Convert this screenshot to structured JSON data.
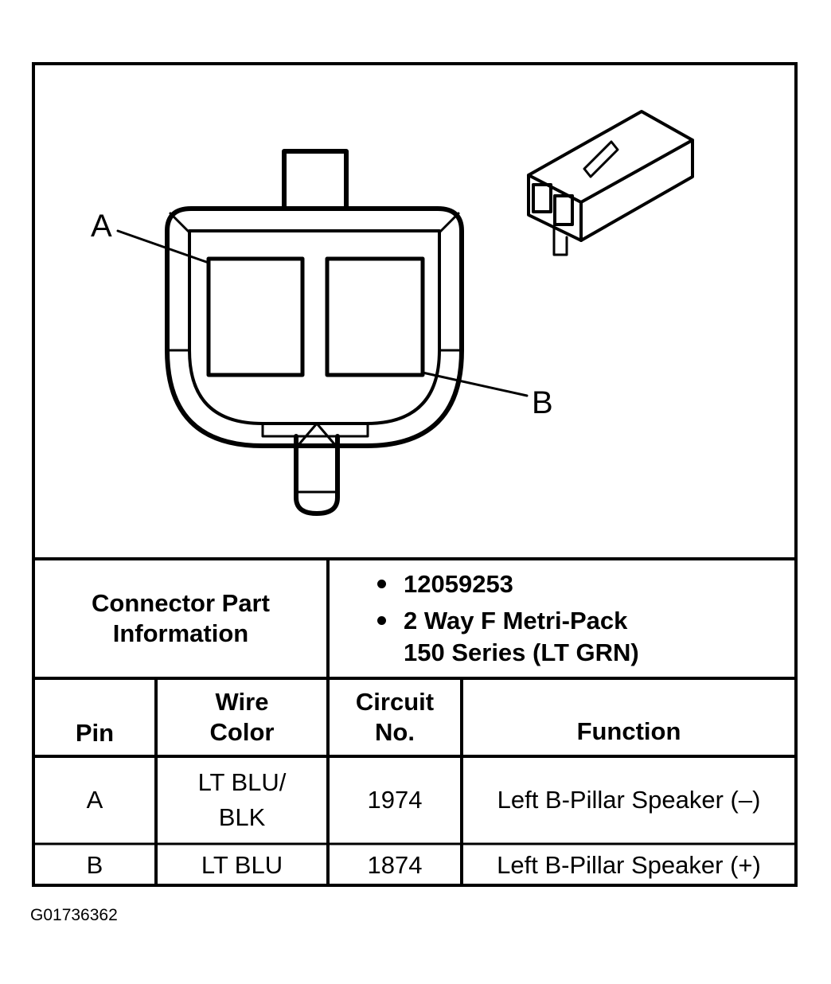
{
  "diagram": {
    "pin_labels": [
      "A",
      "B"
    ]
  },
  "connector_info": {
    "label": "Connector Part Information",
    "items": [
      "12059253",
      "2 Way F Metri-Pack 150 Series (LT GRN)"
    ]
  },
  "table": {
    "headers": [
      "Pin",
      "Wire Color",
      "Circuit No.",
      "Function"
    ],
    "rows": [
      {
        "pin": "A",
        "wire_color": "LT BLU/ BLK",
        "circuit": "1974",
        "function": "Left B-Pillar Speaker (–)"
      },
      {
        "pin": "B",
        "wire_color": "LT BLU",
        "circuit": "1874",
        "function": "Left B-Pillar Speaker (+)"
      }
    ]
  },
  "footer": {
    "code": "G01736362"
  }
}
